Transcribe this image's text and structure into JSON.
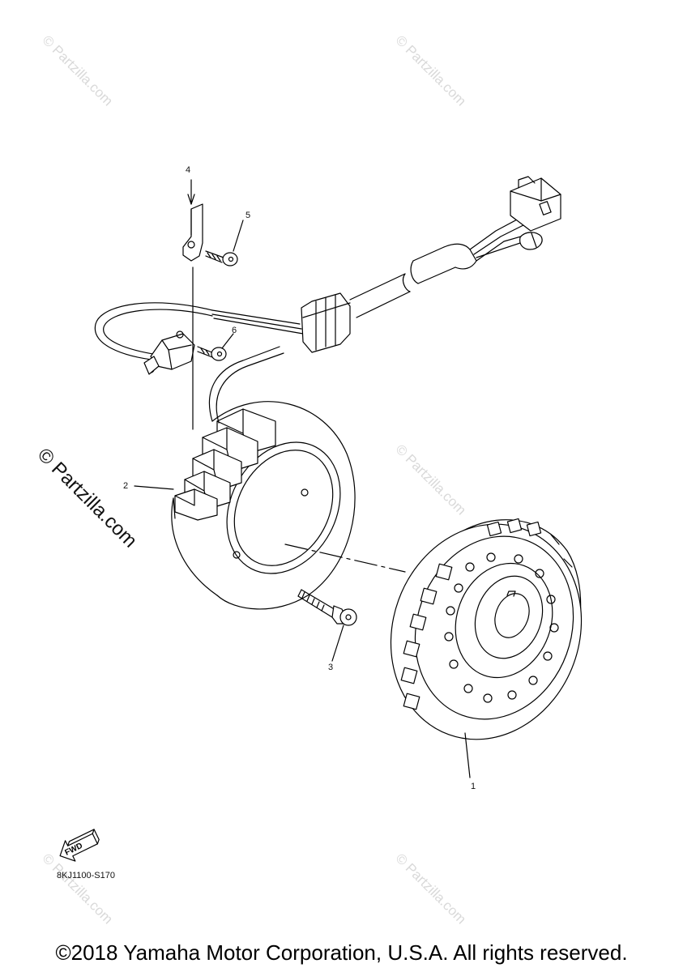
{
  "callouts": {
    "c1": "1",
    "c2": "2",
    "c3": "3",
    "c4": "4",
    "c5": "5",
    "c6": "6"
  },
  "fwd_label": "FWD",
  "reference_code": "8KJ1100-S170",
  "copyright": "©2018 Yamaha Motor Corporation, U.S.A. All rights reserved.",
  "watermark": {
    "small": "© Partzilla.com",
    "large": "© Partzilla.com"
  }
}
